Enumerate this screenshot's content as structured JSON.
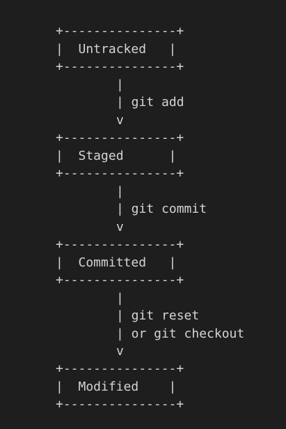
{
  "diagram": {
    "box_border": "+---------------+",
    "states": [
      {
        "label": "|  Untracked   |"
      },
      {
        "label": "|  Staged      |"
      },
      {
        "label": "|  Committed   |"
      },
      {
        "label": "|  Modified    |"
      }
    ],
    "connectors": {
      "pipe": "|",
      "arrow_head": "v",
      "add": "| git add",
      "commit": "| git commit",
      "reset": "| git reset",
      "checkout": "| or git checkout"
    }
  }
}
